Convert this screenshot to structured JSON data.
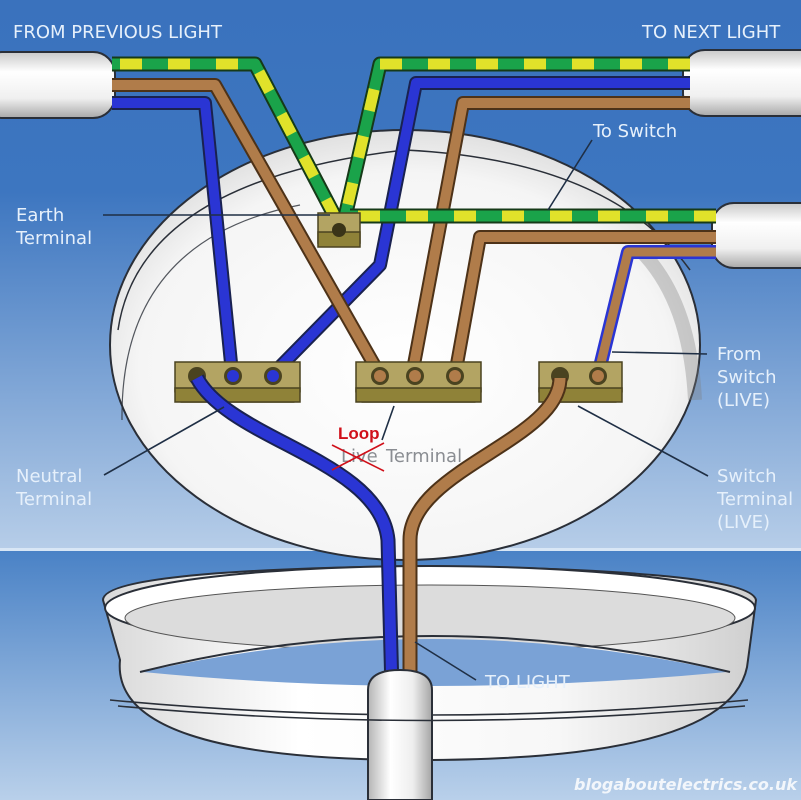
{
  "diagram": {
    "title": "Ceiling rose loop-in wiring",
    "labels": {
      "from_previous_light": "FROM PREVIOUS LIGHT",
      "to_next_light": "TO NEXT LIGHT",
      "to_switch": "To Switch",
      "earth_terminal_line1": "Earth",
      "earth_terminal_line2": "Terminal",
      "from_switch_line1": "From",
      "from_switch_line2": "Switch",
      "from_switch_line3": "(LIVE)",
      "neutral_terminal_line1": "Neutral",
      "neutral_terminal_line2": "Terminal",
      "live_struck": "Live",
      "terminal_suffix": "Terminal",
      "loop_correction": "Loop",
      "switch_terminal_line1": "Switch",
      "switch_terminal_line2": "Terminal",
      "switch_terminal_line3": "(LIVE)",
      "to_light": "TO LIGHT"
    },
    "watermark": "blogaboutelectrics.co.uk",
    "colors": {
      "background_top": "#3a72bd",
      "background_bottom": "#b9d0ea",
      "neutral_wire": "#2a35d4",
      "live_wire": "#b07c4a",
      "earth_green": "#1aa34a",
      "earth_yellow": "#e0e22a",
      "terminal_block": "#b3a463",
      "annotation_red": "#d0101a"
    },
    "cables": [
      "from-previous-light",
      "to-next-light",
      "to-switch",
      "to-light"
    ],
    "terminals": [
      "neutral",
      "loop",
      "switch",
      "earth"
    ]
  }
}
